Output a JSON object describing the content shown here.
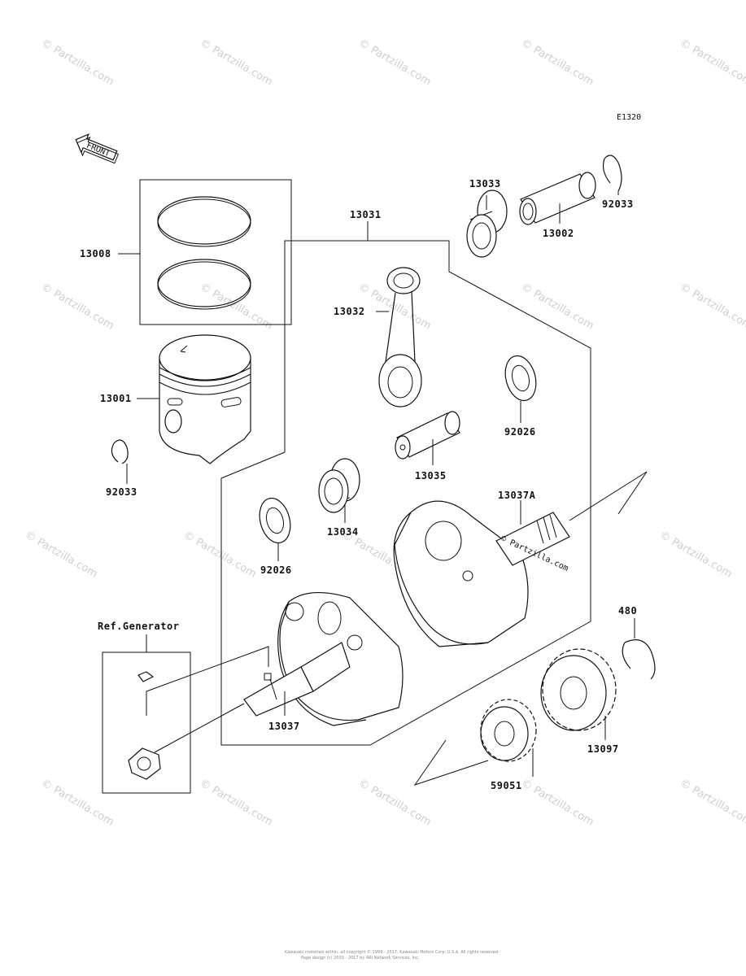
{
  "diagram_code": "E1320",
  "front_label": "FRONT",
  "ref_generator_label": "Ref.Generator",
  "watermark_text": "© Partzilla.com",
  "center_watermark": "© Partzilla.com",
  "footer_line1": "Kawasaki materials within, all copyright © 1999 - 2017, Kawasaki Motors Corp. U.S.A. All rights reserved.",
  "footer_line2": "Page design (c) 2003 - 2017 by ARI Network Services, Inc.",
  "parts": {
    "p13008": "13008",
    "p13001": "13001",
    "p92033a": "92033",
    "p13031": "13031",
    "p13032": "13032",
    "p13033": "13033",
    "p13002": "13002",
    "p92033b": "92033",
    "p92026a": "92026",
    "p13035": "13035",
    "p13034": "13034",
    "p92026b": "92026",
    "p13037A": "13037A",
    "p480": "480",
    "p13037": "13037",
    "p13097": "13097",
    "p59051": "59051"
  }
}
